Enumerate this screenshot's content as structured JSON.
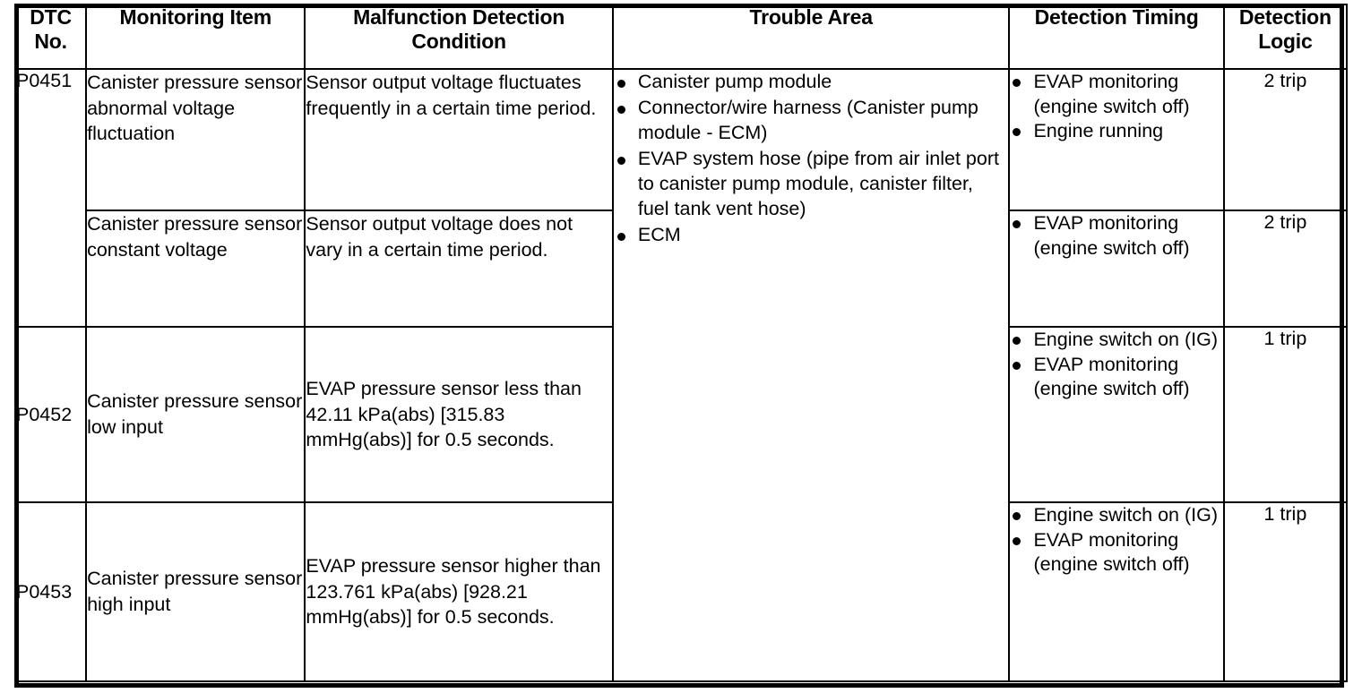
{
  "table": {
    "columns": [
      {
        "id": "dtc-no",
        "label": "DTC\nNo."
      },
      {
        "id": "monitoring-item",
        "label": "Monitoring Item"
      },
      {
        "id": "malfunction-detection-condition",
        "label": "Malfunction Detection\nCondition"
      },
      {
        "id": "trouble-area",
        "label": "Trouble Area"
      },
      {
        "id": "detection-timing",
        "label": "Detection Timing"
      },
      {
        "id": "detection-logic",
        "label": "Detection\nLogic"
      }
    ],
    "trouble_area": {
      "items": [
        "Canister pump module",
        "Connector/wire harness (Canister pump module - ECM)",
        "EVAP system hose (pipe from air inlet port to canister pump module, canister filter, fuel tank vent hose)",
        "ECM"
      ]
    },
    "rows": [
      {
        "dtc_no": "P0451",
        "monitoring_item": "Canister pressure sensor abnormal voltage fluctuation",
        "condition": "Sensor output voltage fluctuates frequently in a certain time period.",
        "detection_timing": [
          "EVAP monitoring (engine switch off)",
          "Engine running"
        ],
        "detection_logic": "2 trip"
      },
      {
        "dtc_no": "",
        "monitoring_item": "Canister pressure sensor constant voltage",
        "condition": "Sensor output voltage does not vary in a certain time period.",
        "detection_timing": [
          "EVAP monitoring (engine switch off)"
        ],
        "detection_logic": "2 trip"
      },
      {
        "dtc_no": "P0452",
        "monitoring_item": "Canister pressure sensor low input",
        "condition": "EVAP pressure sensor less than 42.11 kPa(abs) [315.83 mmHg(abs)] for 0.5 seconds.",
        "detection_timing": [
          "Engine switch on (IG)",
          "EVAP monitoring (engine switch off)"
        ],
        "detection_logic": "1 trip"
      },
      {
        "dtc_no": "P0453",
        "monitoring_item": "Canister pressure sensor high input",
        "condition": "EVAP pressure sensor higher than 123.761 kPa(abs) [928.21 mmHg(abs)] for 0.5 seconds.",
        "detection_timing": [
          "Engine switch on (IG)",
          "EVAP monitoring (engine switch off)"
        ],
        "detection_logic": "1 trip"
      }
    ]
  }
}
